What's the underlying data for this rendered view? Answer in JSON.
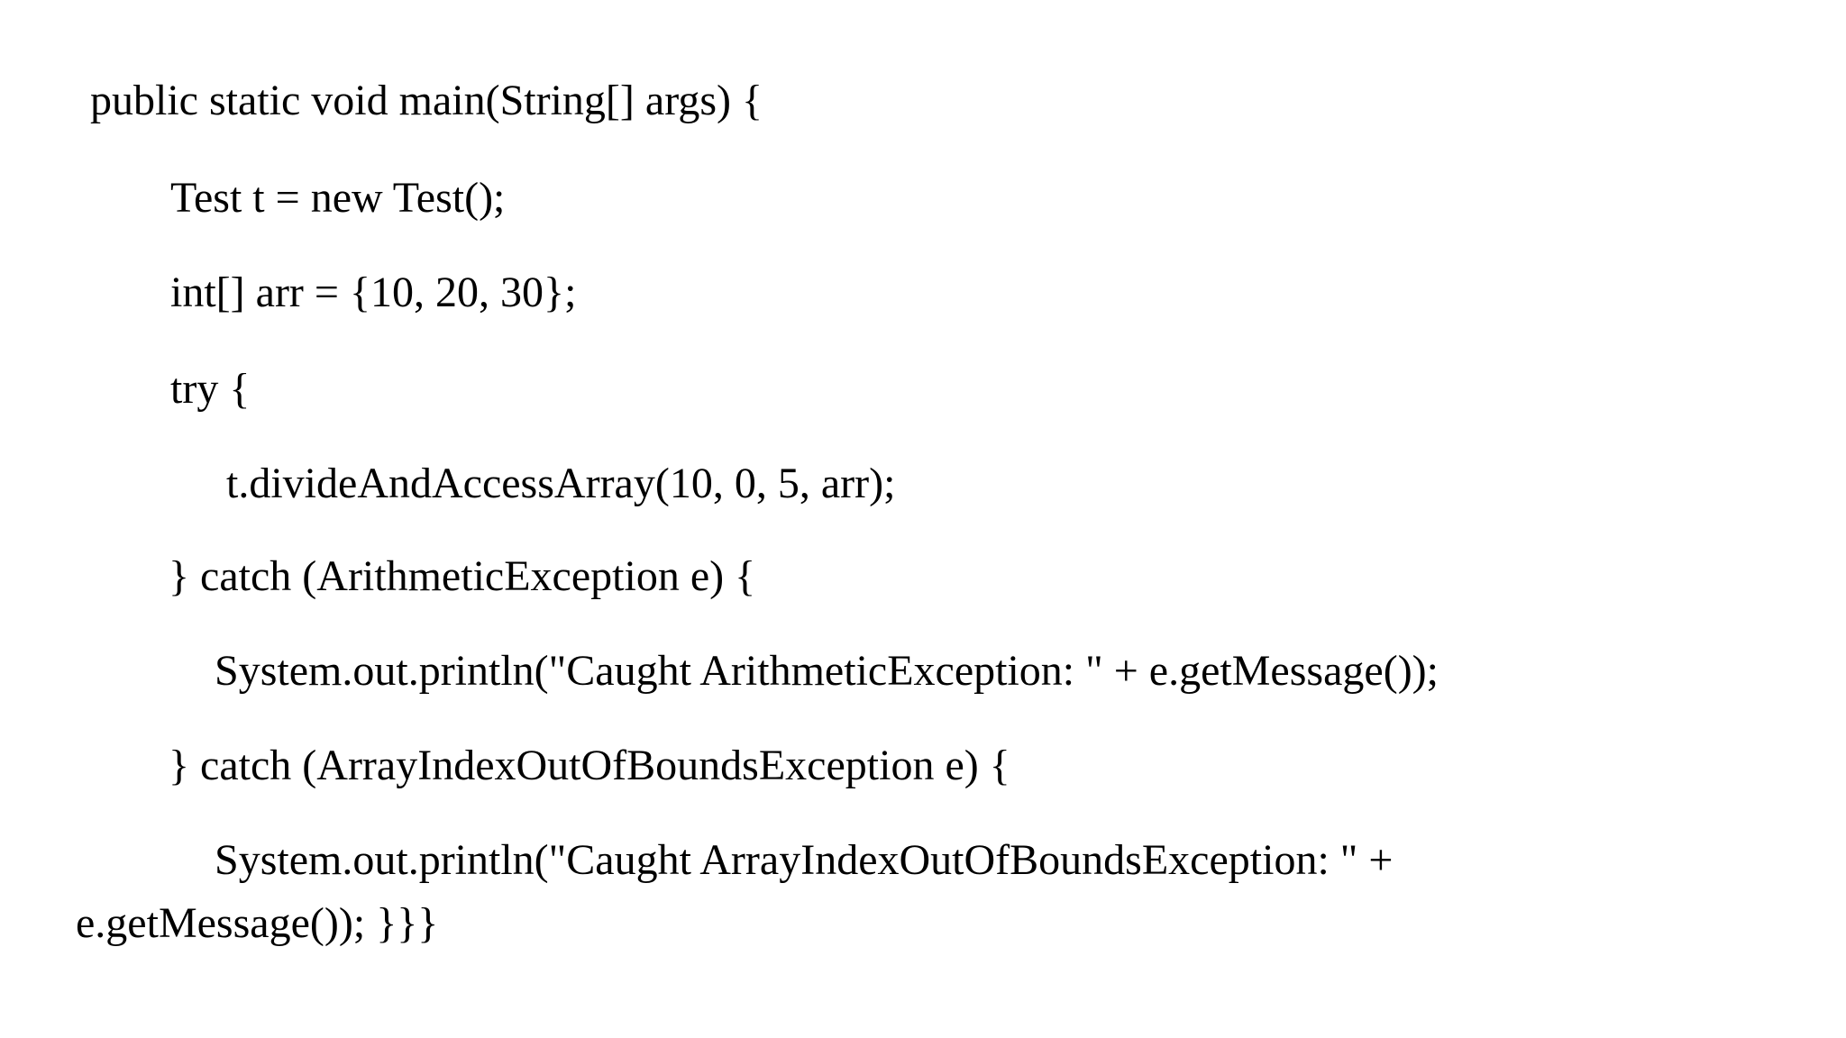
{
  "document": {
    "type": "java-code-snippet",
    "background_color": "#ffffff",
    "text_color": "#000000",
    "code_lines": [
      "public static void main(String[] args) {",
      "Test t = new Test();",
      "int[] arr = {10, 20, 30};",
      "try {",
      "t.divideAndAccessArray(10, 0, 5, arr);",
      "} catch (ArithmeticException e) {",
      "System.out.println(\"Caught ArithmeticException: \" + e.getMessage());",
      "} catch (ArrayIndexOutOfBoundsException e) {",
      "System.out.println(\"Caught ArrayIndexOutOfBoundsException: \" +",
      "e.getMessage()); }}}"
    ]
  }
}
